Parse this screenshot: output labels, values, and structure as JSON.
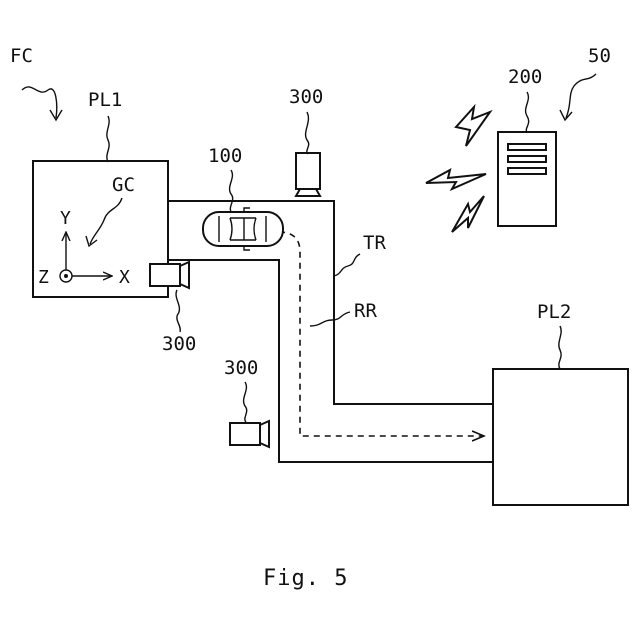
{
  "labels": {
    "facility": "FC",
    "place_1": "PL1",
    "place_2": "PL2",
    "global_coord": "GC",
    "vehicle": "100",
    "server": "200",
    "system": "50",
    "camera_top": "300",
    "camera_left": "300",
    "camera_bottom": "300",
    "track": "TR",
    "route": "RR"
  },
  "axes": {
    "x": "X",
    "y": "Y",
    "z": "Z"
  },
  "caption": "Fig. 5"
}
